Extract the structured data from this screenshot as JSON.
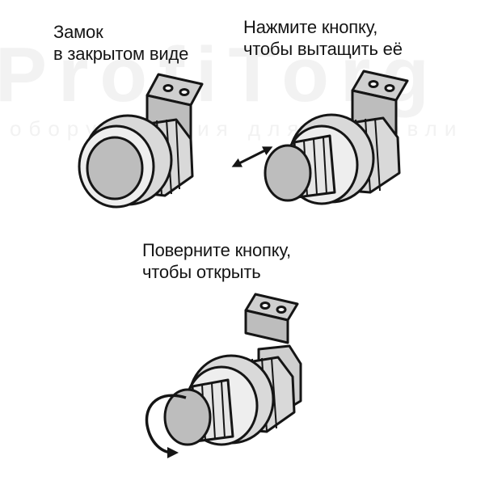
{
  "captions": {
    "closed": {
      "line1": "Замок",
      "line2": "в закрытом виде"
    },
    "press": {
      "line1": "Нажмите кнопку,",
      "line2": "чтобы вытащить её"
    },
    "rotate": {
      "line1": "Поверните кнопку,",
      "line2": "чтобы открыть"
    }
  },
  "watermark": {
    "brand": "ProfiTorg",
    "tagline": "оборудования для торговли"
  },
  "colors": {
    "ink": "#151515",
    "body_fill": "#d9d9d9",
    "knob_fill": "#bdbdbd",
    "bracket_fill": "#cfcfcf",
    "watermark": "#f2f2f2"
  }
}
